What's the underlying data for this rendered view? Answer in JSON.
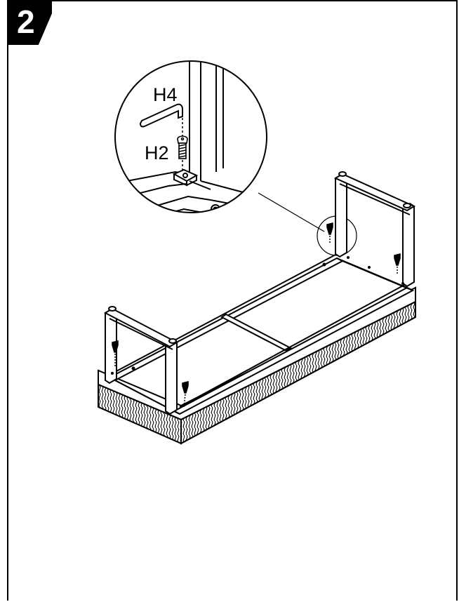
{
  "step": {
    "number": "2"
  },
  "callout": {
    "labels": [
      {
        "id": "h4",
        "text": "H4",
        "icon": "hex-key-icon"
      },
      {
        "id": "h2",
        "text": "H2",
        "icon": "screw-icon"
      }
    ]
  },
  "assembly": {
    "screw_count": 4,
    "cushion_texture": "wavy-fabric"
  }
}
